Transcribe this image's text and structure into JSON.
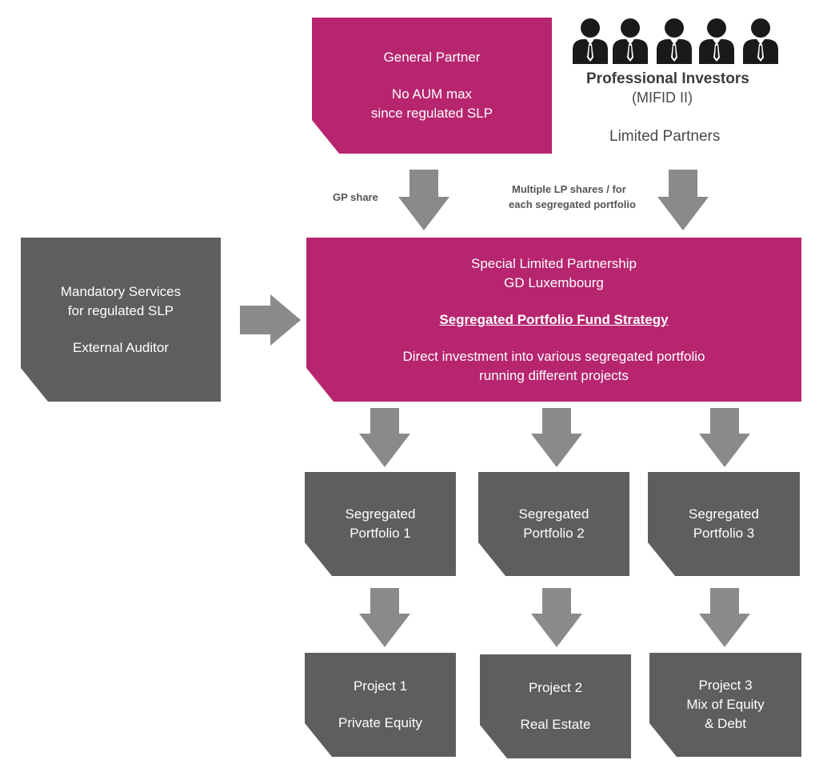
{
  "general_partner": {
    "title": "General Partner",
    "line1": "No AUM max",
    "line2": "since regulated SLP"
  },
  "investors": {
    "icon": "person-icon",
    "count": 5,
    "title": "Professional Investors",
    "subtitle": "(MIFID II)",
    "role": "Limited Partners"
  },
  "arrow_labels": {
    "gp": "GP share",
    "lp_line1": "Multiple LP shares / for",
    "lp_line2": "each segregated portfolio"
  },
  "mandatory": {
    "line1": "Mandatory Services",
    "line2": "for regulated SLP",
    "line3": "External Auditor"
  },
  "slp": {
    "line1": "Special Limited Partnership",
    "line2": "GD Luxembourg",
    "strategy": "Segregated Portfolio Fund Strategy",
    "desc1": "Direct investment into various segregated portfolio",
    "desc2": "running different projects"
  },
  "portfolios": [
    {
      "line1": "Segregated",
      "line2": "Portfolio 1"
    },
    {
      "line1": "Segregated",
      "line2": "Portfolio 2"
    },
    {
      "line1": "Segregated",
      "line2": "Portfolio 3"
    }
  ],
  "projects": [
    {
      "line1": "Project 1",
      "line2": "Private Equity"
    },
    {
      "line1": "Project 2",
      "line2": "Real Estate"
    },
    {
      "line1": "Project 3",
      "line2": "Mix of Equity",
      "line3": "& Debt"
    }
  ],
  "colors": {
    "magenta": "#b7256f",
    "dark_gray": "#5e5e5e",
    "arrow_gray": "#8a8a8a",
    "icon_black": "#1a1a1a"
  }
}
